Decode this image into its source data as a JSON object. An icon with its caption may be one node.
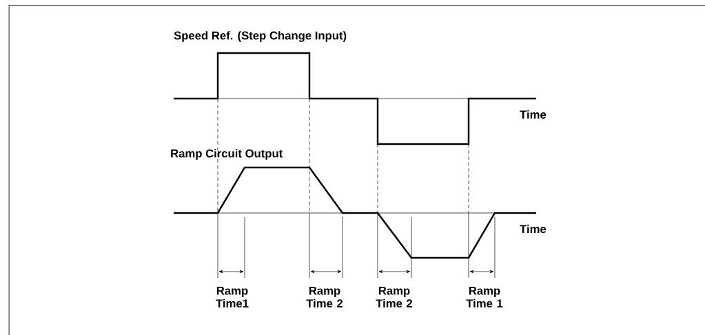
{
  "diagram": {
    "labels": [
      "Speed Ref.  (Step Change Input)",
      "Time",
      "Ramp Circuit Output",
      "Time",
      "Ramp Time1",
      "Ramp Time 2",
      "Ramp Time 2",
      "Ramp Time 1"
    ]
  }
}
